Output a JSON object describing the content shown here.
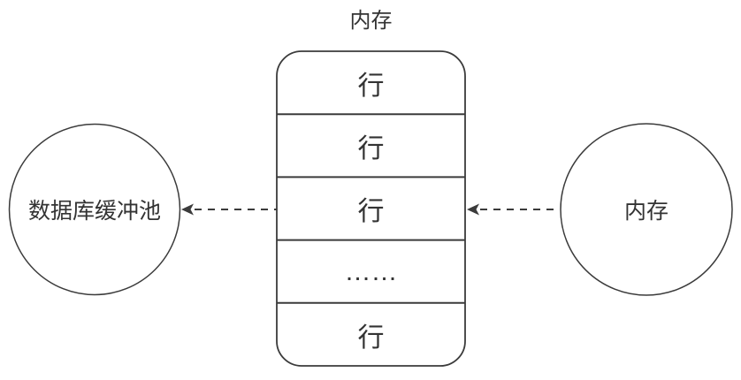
{
  "diagram": {
    "title": "内存",
    "memory_block": {
      "rows": [
        "行",
        "行",
        "行",
        "……",
        "行"
      ]
    },
    "left_node": {
      "label": "数据库缓冲池",
      "shape": "circle"
    },
    "right_node": {
      "label": "内存",
      "shape": "circle"
    },
    "arrows": [
      {
        "name": "memory-block-to-buffer-pool",
        "style": "dashed",
        "direction": "left"
      },
      {
        "name": "memory-to-memory-block",
        "style": "dashed",
        "direction": "left"
      }
    ],
    "colors": {
      "stroke": "#3b3b3b",
      "text": "#333333",
      "fill": "#ffffff",
      "background": "#ffffff"
    }
  }
}
